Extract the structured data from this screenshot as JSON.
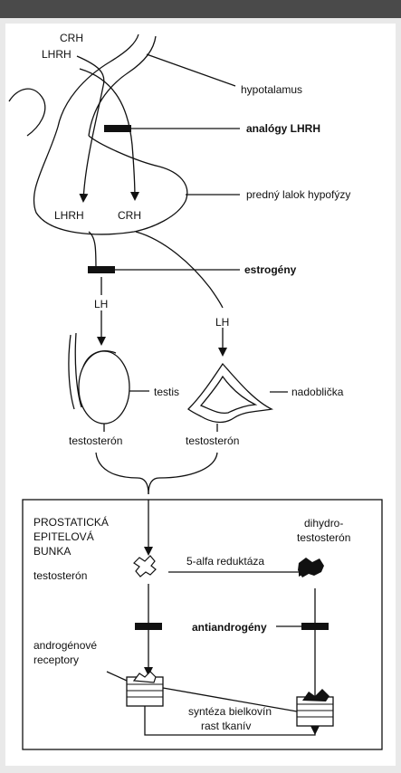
{
  "labels": {
    "crh_top": "CRH",
    "lhrh_top": "LHRH",
    "hypotalamus": "hypotalamus",
    "analogy_lhrh": "analógy LHRH",
    "predny_lalok": "predný lalok hypofýzy",
    "lhrh_mid": "LHRH",
    "crh_mid": "CRH",
    "estrogeny": "estrogény",
    "lh_left": "LH",
    "lh_right": "LH",
    "testis": "testis",
    "nadoblicka": "nadoblička",
    "testosteron_left": "testosterón",
    "testosteron_right": "testosterón",
    "cell_title": [
      "PROSTATICKÁ",
      "EPITELOVÁ",
      "BUNKA"
    ],
    "testosteron_cell": "testosterón",
    "reduktaza": "5-alfa reduktáza",
    "dihydro": [
      "dihydro-",
      "testosterón"
    ],
    "antiandrogeny": "antiandrogény",
    "receptory": [
      "androgénové",
      "receptory"
    ],
    "synteza": [
      "syntéza bielkovín",
      "rast tkanív"
    ]
  },
  "colors": {
    "ink": "#111111",
    "frame": "#e9e9e9",
    "topbar": "#4a4a4a"
  }
}
